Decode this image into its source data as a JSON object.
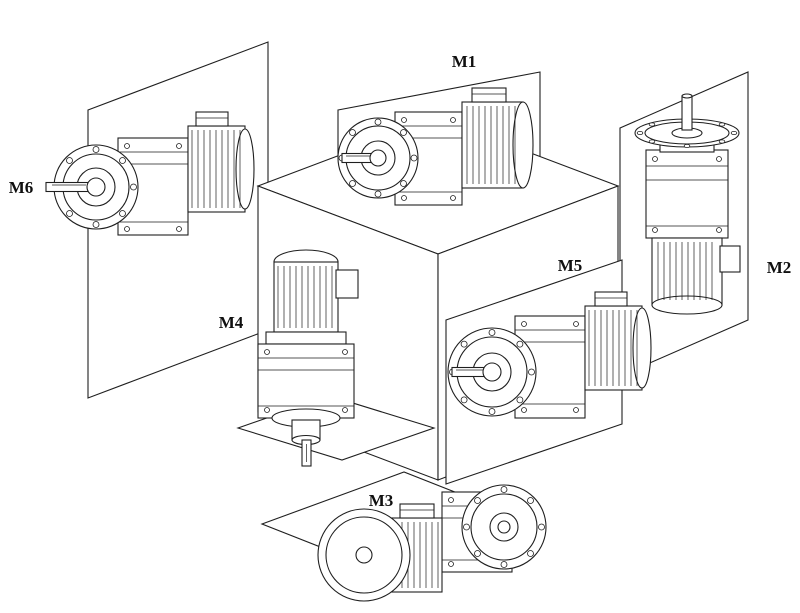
{
  "colors": {
    "line": "#1f1f1f",
    "background": "#ffffff"
  },
  "diagram": {
    "labels": {
      "m1": "M1",
      "m2": "M2",
      "m3": "M3",
      "m4": "M4",
      "m5": "M5",
      "m6": "M6"
    }
  }
}
